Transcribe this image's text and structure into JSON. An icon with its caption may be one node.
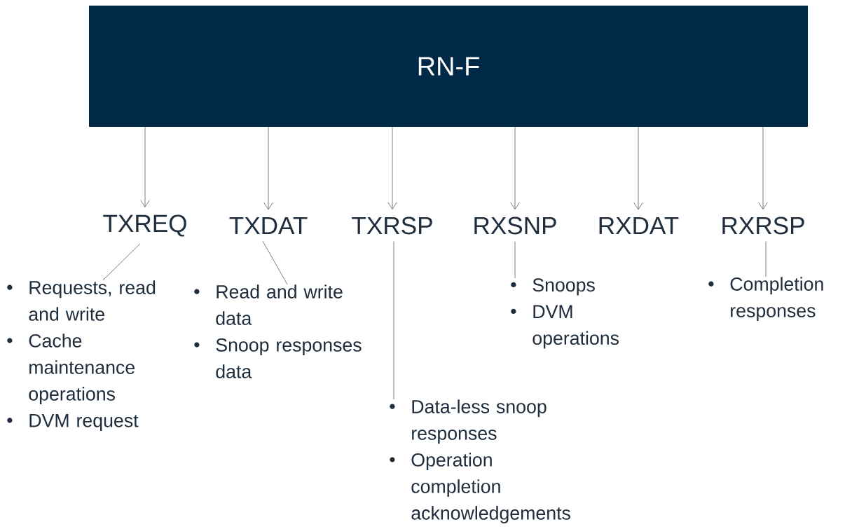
{
  "diagram": {
    "nodes": [
      {
        "text": [
          "RN-F"
        ]
      },
      {
        "text": [
          "TXREQ"
        ]
      },
      {
        "text": [
          "TXDAT"
        ]
      },
      {
        "text": [
          "TXRSP"
        ]
      },
      {
        "text": [
          "RXSNP"
        ]
      },
      {
        "text": [
          "RXDAT"
        ]
      },
      {
        "text": [
          "RXRSP"
        ]
      },
      {
        "text": [
          "Requests, read and write",
          "Cache maintenance operations",
          "DVM request"
        ]
      },
      {
        "text": [
          "Read and write data",
          "Snoop responses data"
        ]
      },
      {
        "text": [
          "Data-less snoop responses",
          "Operation completion acknowledgements"
        ]
      },
      {
        "text": [
          "Snoops",
          "DVM operations"
        ]
      },
      {
        "text": [
          "Completion responses"
        ]
      }
    ],
    "edges": [
      {
        "from": 0,
        "to": 1,
        "arrow": "to"
      },
      {
        "from": 0,
        "to": 2,
        "arrow": "to"
      },
      {
        "from": 0,
        "to": 3,
        "arrow": "to"
      },
      {
        "from": 0,
        "to": 4,
        "arrow": "to"
      },
      {
        "from": 0,
        "to": 5,
        "arrow": "to"
      },
      {
        "from": 0,
        "to": 6,
        "arrow": "to"
      },
      {
        "from": 1,
        "to": 7,
        "arrow": "none"
      },
      {
        "from": 2,
        "to": 8,
        "arrow": "none"
      },
      {
        "from": 3,
        "to": 9,
        "arrow": "none"
      },
      {
        "from": 4,
        "to": 10,
        "arrow": "none"
      },
      {
        "from": 6,
        "to": 11,
        "arrow": "none"
      }
    ]
  }
}
